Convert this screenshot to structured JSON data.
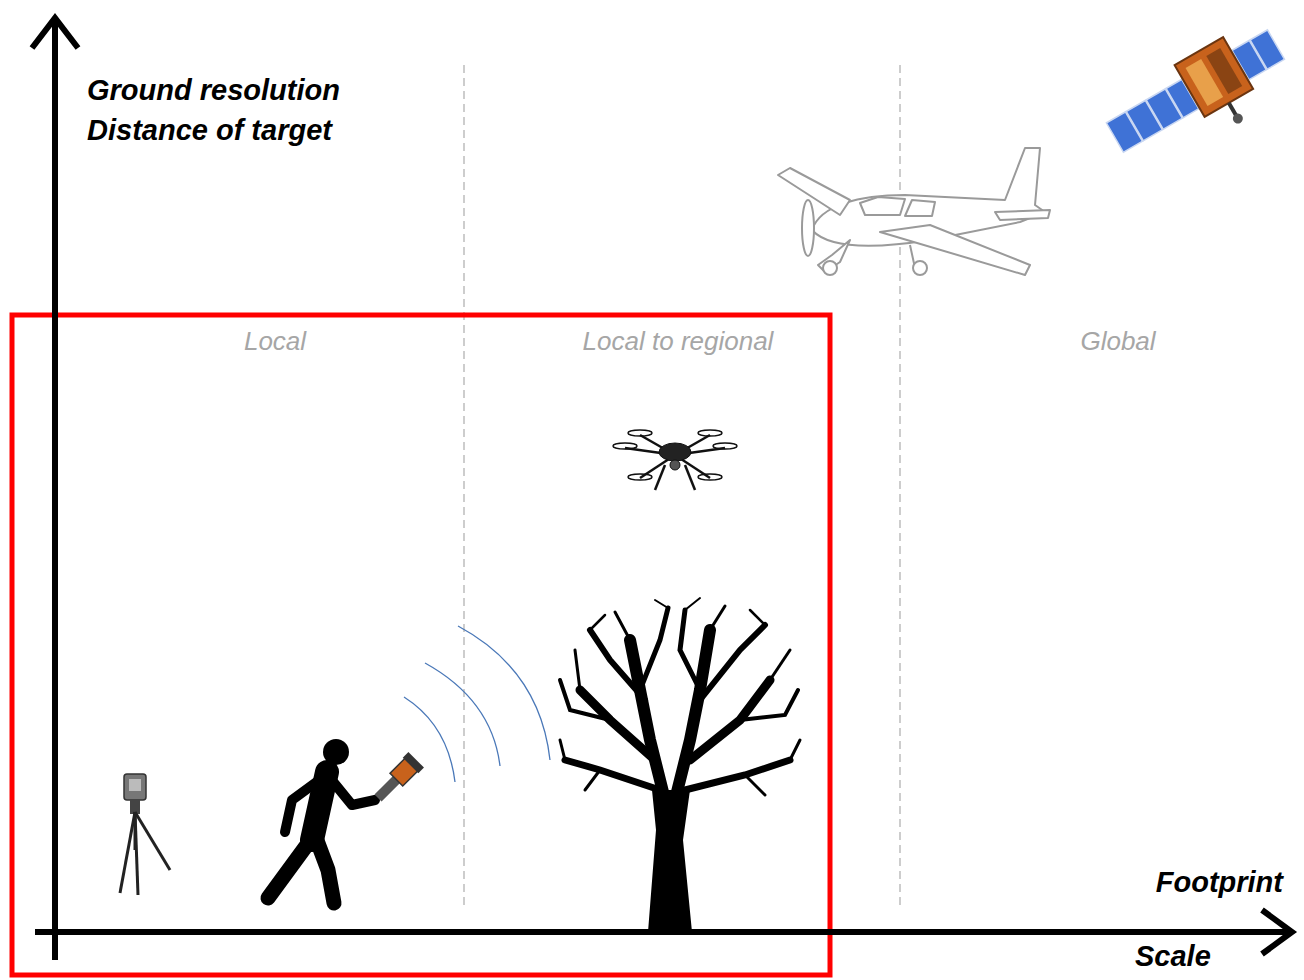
{
  "diagram": {
    "labels": [
      "Ground resolution",
      "Distance of target",
      "Local",
      "Local to regional",
      "Global",
      "Footprint",
      "Scale"
    ]
  }
}
